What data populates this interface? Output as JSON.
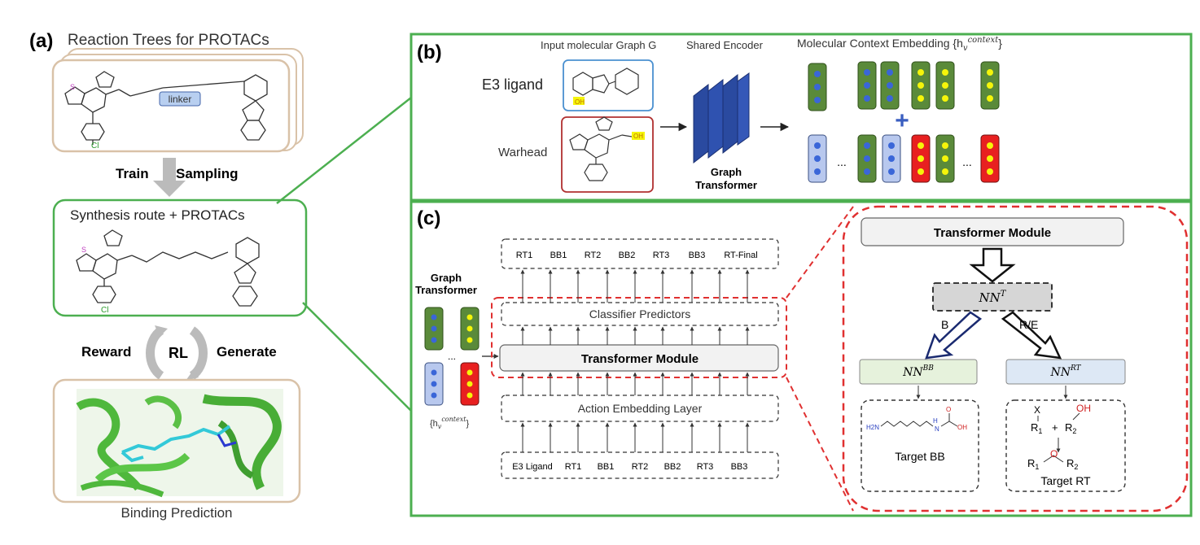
{
  "panel_a": {
    "label": "(a)",
    "title": "Reaction Trees for PROTACs",
    "linker": "linker",
    "train": "Train",
    "sampling": "Sampling",
    "synthesis_title": "Synthesis route  + PROTACs",
    "reward": "Reward",
    "rl": "RL",
    "generate": "Generate",
    "binding": "Binding Prediction"
  },
  "panel_b": {
    "label": "(b)",
    "input_graph": "Input molecular Graph G",
    "shared_encoder": "Shared Encoder",
    "context_embedding": "Molecular Context Embedding {h",
    "context_sub": "v",
    "context_sup": "context",
    "context_close": "}",
    "e3_ligand": "E3 ligand",
    "warhead": "Warhead",
    "graph": "Graph",
    "transformer": "Transformer",
    "dots": "...",
    "plus": "+"
  },
  "panel_c": {
    "label": "(c)",
    "graph_transformer_1": "Graph",
    "graph_transformer_2": "Transformer",
    "outputs": [
      "RT1",
      "BB1",
      "RT2",
      "BB2",
      "RT3",
      "BB3",
      "RT-Final"
    ],
    "classifier": "Classifier Predictors",
    "transformer_module": "Transformer Module",
    "action_embedding": "Action Embedding Layer",
    "inputs": [
      "E3 Ligand",
      "RT1",
      "BB1",
      "RT2",
      "BB2",
      "RT3",
      "BB3"
    ],
    "context_label": "{h",
    "context_sub": "v",
    "context_sup": "context",
    "context_close": "}",
    "dots": "...",
    "zoom_transformer": "Transformer Module",
    "nn_t": "NN",
    "nn_t_sup": "T",
    "branch_b": "B",
    "branch_re": "R/E",
    "nn_bb": "NN",
    "nn_bb_sup": "BB",
    "nn_rt": "NN",
    "nn_rt_sup": "RT",
    "target_bb": "Target BB",
    "target_rt": "Target RT",
    "chem_h2n": "H2N",
    "chem_h": "H",
    "chem_n": "N",
    "chem_o": "O",
    "chem_oh": "OH",
    "chem_x": "X",
    "chem_r1": "R",
    "chem_r2": "R",
    "chem_plus": "+",
    "chem_sub1": "1",
    "chem_sub2": "2"
  },
  "colors": {
    "green_frame": "#4caf50",
    "tan_frame": "#d9c2a8",
    "red_dash": "#e03030",
    "green_node": "#5a8a3a",
    "blue_node": "#b8c8ee",
    "red_node": "#e82020",
    "yellow_dot": "#f5f50a",
    "blue_dot": "#3a66d8",
    "encoder_blue": "#2a4aa0",
    "nn_bb_fill": "#e6f2dc",
    "nn_rt_fill": "#dde8f5"
  }
}
